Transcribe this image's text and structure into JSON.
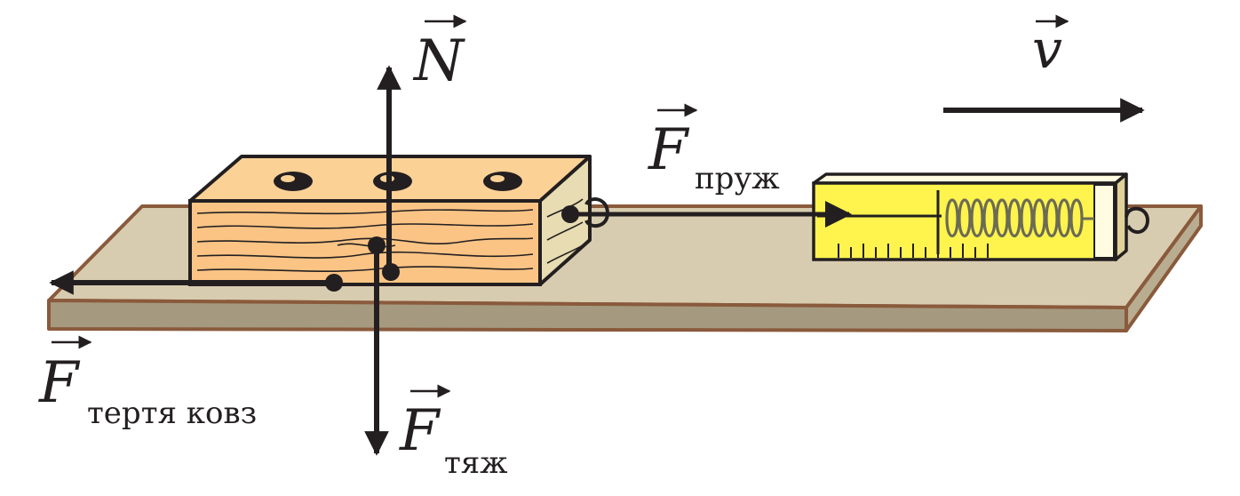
{
  "labels": {
    "normal_force": "N",
    "gravity_force": "F",
    "gravity_subscript": "тяж",
    "spring_force": "F",
    "spring_subscript": "пруж",
    "friction_force": "F",
    "friction_subscript": "тертя ковз",
    "velocity": "v"
  },
  "colors": {
    "board_top": "#d8ccb0",
    "board_side": "#a59a7f",
    "board_edge": "#8a5a3c",
    "block_front": "#fbc485",
    "block_top": "#fcd196",
    "block_side": "#e7dcb2",
    "dynamometer_body": "#fff34d",
    "vector": "#231f20"
  }
}
